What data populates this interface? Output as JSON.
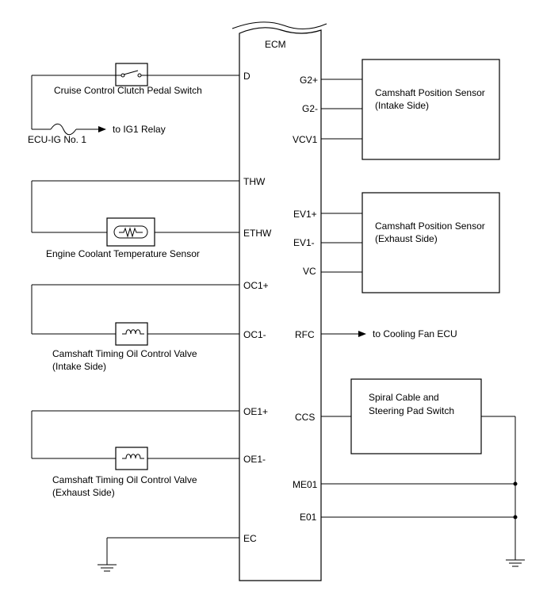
{
  "ecm": {
    "title": "ECM",
    "left_pins": {
      "d": "D",
      "thw": "THW",
      "ethw": "ETHW",
      "oc1p": "OC1+",
      "oc1m": "OC1-",
      "oe1p": "OE1+",
      "oe1m": "OE1-",
      "ec": "EC"
    },
    "right_pins": {
      "g2p": "G2+",
      "g2m": "G2-",
      "vcv1": "VCV1",
      "ev1p": "EV1+",
      "ev1m": "EV1-",
      "vc": "VC",
      "rfc": "RFC",
      "ccs": "CCS",
      "me01": "ME01",
      "e01": "E01"
    }
  },
  "components": {
    "clutch_switch": "Cruise Control Clutch Pedal Switch",
    "fuse": "ECU-IG No. 1",
    "ig1_relay": "to IG1 Relay",
    "coolant_sensor": "Engine Coolant Temperature Sensor",
    "ocv_intake_l1": "Camshaft Timing Oil Control Valve",
    "ocv_intake_l2": "(Intake Side)",
    "ocv_exhaust_l1": "Camshaft Timing Oil Control Valve",
    "ocv_exhaust_l2": "(Exhaust Side)",
    "cam_intake_l1": "Camshaft Position Sensor",
    "cam_intake_l2": "(Intake Side)",
    "cam_exhaust_l1": "Camshaft Position Sensor",
    "cam_exhaust_l2": "(Exhaust Side)",
    "cooling_fan": "to Cooling Fan ECU",
    "spiral_l1": "Spiral Cable and",
    "spiral_l2": "Steering Pad Switch"
  }
}
